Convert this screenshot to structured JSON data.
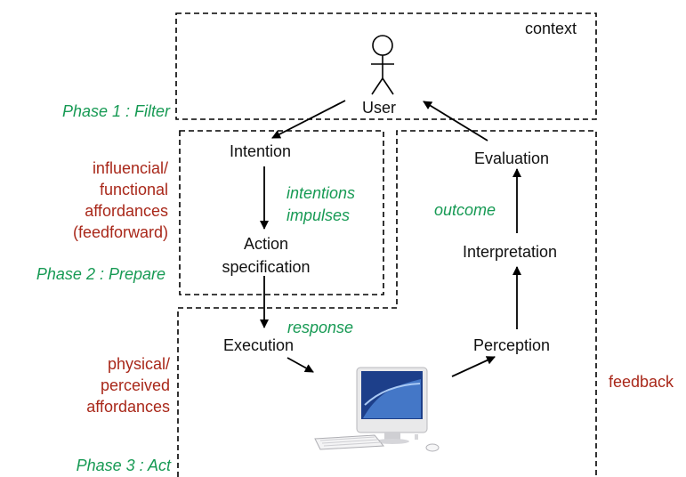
{
  "colors": {
    "phase": "#179a54",
    "affordance": "#a9281a",
    "text": "#111111",
    "line": "#000000"
  },
  "icons": {
    "user": "stick-figure-icon",
    "computer": "desktop-computer-icon"
  },
  "labels": {
    "context": "context",
    "user": "User",
    "intention": "Intention",
    "action_specification": [
      "Action",
      "specification"
    ],
    "execution": "Execution",
    "perception": "Perception",
    "interpretation": "Interpretation",
    "evaluation": "Evaluation",
    "intentions": "intentions",
    "impulses": "impulses",
    "outcome": "outcome",
    "response": "response",
    "feedback": "feedback"
  },
  "phases": {
    "phase1": "Phase 1 : Filter",
    "phase2": "Phase 2 : Prepare",
    "phase3": "Phase 3 : Act"
  },
  "affordances": {
    "functional": [
      "influencial/",
      "functional",
      "affordances",
      "(feedforward)"
    ],
    "physical": [
      "physical/",
      "perceived",
      "affordances"
    ]
  }
}
